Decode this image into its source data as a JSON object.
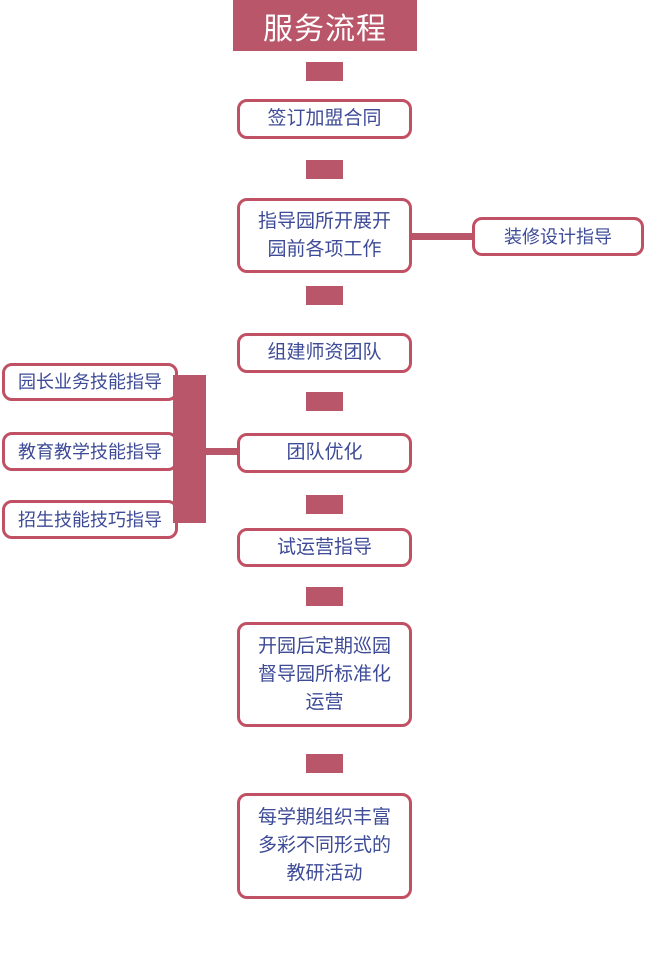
{
  "diagram": {
    "title": "服务流程",
    "main_flow": [
      "签订加盟合同",
      "指导园所开展开园前各项工作",
      "组建师资团队",
      "团队优化",
      "试运营指导",
      "开园后定期巡园督导园所标准化运营",
      "每学期组织丰富多彩不同形式的教研活动"
    ],
    "right_branch": {
      "from": "指导园所开展开园前各项工作",
      "label": "装修设计指导"
    },
    "left_branch": {
      "to": "团队优化",
      "labels": [
        "园长业务技能指导",
        "教育教学技能指导",
        "招生技能技巧指导"
      ]
    },
    "colors": {
      "rose_fill": "#b9566a",
      "box_border": "#c05063",
      "text_blue": "#3e4b97",
      "title_text": "#ffffff",
      "background": "#ffffff"
    }
  }
}
